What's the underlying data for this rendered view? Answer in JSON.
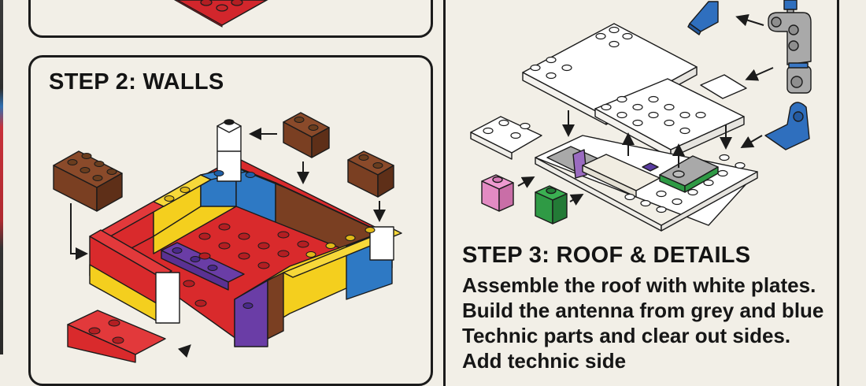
{
  "page": {
    "background": "#f1eee6",
    "ink_color": "#141414"
  },
  "step1": {
    "illustration": "red-base-plate-icon",
    "color": "#d2262c"
  },
  "step2": {
    "title": "STEP 2: WALLS",
    "illustration": "walls-assembly-diagram",
    "brick_colors": {
      "red": "#d92a2c",
      "yellow": "#f4cf1e",
      "blue": "#2e79c4",
      "brown": "#7a3f22",
      "purple": "#6a3da6",
      "white": "#ffffff"
    }
  },
  "step3": {
    "title": "STEP 3: ROOF & DETAILS",
    "description": "Assemble the roof with white plates. Build the antenna from grey and blue Technic parts and clear out sides. Add technic side",
    "illustration": "roof-and-antenna-diagram",
    "part_colors": {
      "white": "#ffffff",
      "grey": "#a9a9a9",
      "blue": "#2f6fbe",
      "pink": "#e38bc3",
      "green": "#2f9a45",
      "purple": "#8a5bb5"
    }
  }
}
